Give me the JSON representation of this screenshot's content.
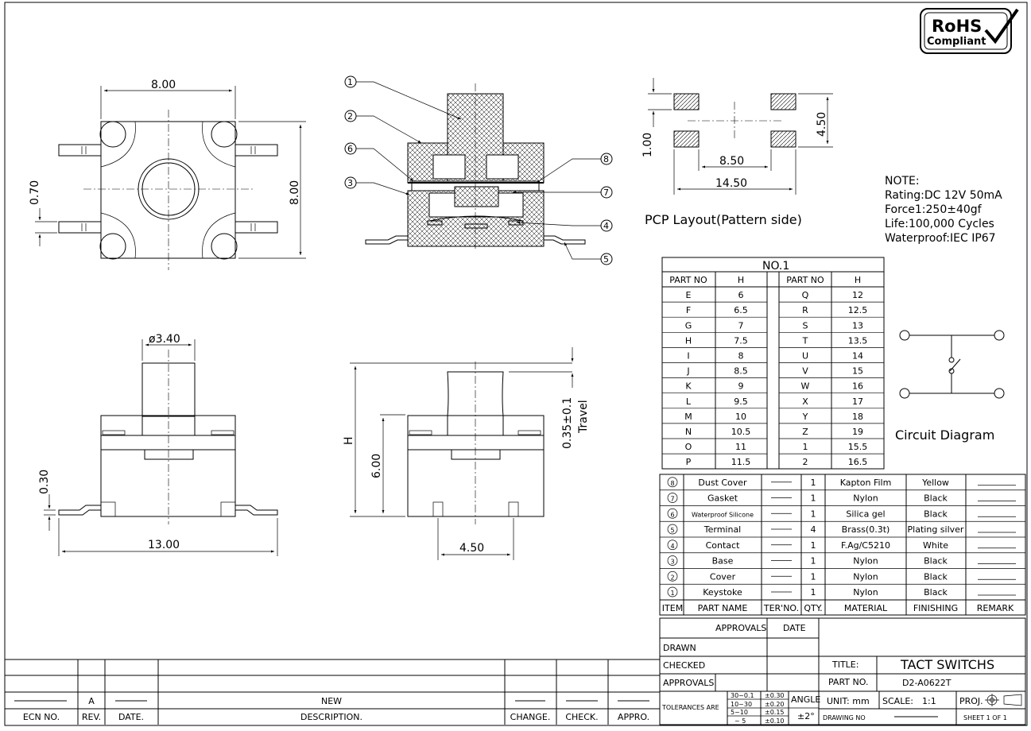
{
  "rohs": {
    "line1": "RoHS",
    "line2": "Compliant"
  },
  "dims": {
    "top_width": "8.00",
    "top_height": "8.00",
    "top_pin": "0.70",
    "front_dia": "ø3.40",
    "front_offset": "0.30",
    "front_width": "13.00",
    "side_height": "6.00",
    "side_h": "H",
    "side_width": "4.50",
    "travel_value": "0.35±0.1",
    "travel_label": "Travel",
    "pcb_w1": "8.50",
    "pcb_w2": "14.50",
    "pcb_h1": "1.00",
    "pcb_h2": "4.50"
  },
  "callouts": [
    "1",
    "2",
    "6",
    "3",
    "8",
    "7",
    "4",
    "5"
  ],
  "pcb_title": "PCP Layout(Pattern side)",
  "note": {
    "title": "NOTE:",
    "lines": [
      "Rating:DC 12V 50mA",
      "Force1:250±40gf",
      "Life:100,000 Cycles",
      "Waterproof:IEC IP67"
    ]
  },
  "circuit_label": "Circuit Diagram",
  "height_table": {
    "title": "NO.1",
    "headers": [
      "PART NO",
      "H",
      "PART NO",
      "H"
    ],
    "rows": [
      [
        "E",
        "6",
        "Q",
        "12"
      ],
      [
        "F",
        "6.5",
        "R",
        "12.5"
      ],
      [
        "G",
        "7",
        "S",
        "13"
      ],
      [
        "H",
        "7.5",
        "T",
        "13.5"
      ],
      [
        "I",
        "8",
        "U",
        "14"
      ],
      [
        "J",
        "8.5",
        "V",
        "15"
      ],
      [
        "K",
        "9",
        "W",
        "16"
      ],
      [
        "L",
        "9.5",
        "X",
        "17"
      ],
      [
        "M",
        "10",
        "Y",
        "18"
      ],
      [
        "N",
        "10.5",
        "Z",
        "19"
      ],
      [
        "O",
        "11",
        "1",
        "15.5"
      ],
      [
        "P",
        "11.5",
        "2",
        "16.5"
      ]
    ]
  },
  "bom": {
    "rows": [
      [
        "8",
        "Dust Cover",
        "1",
        "Kapton Film",
        "Yellow"
      ],
      [
        "7",
        "Gasket",
        "1",
        "Nylon",
        "Black"
      ],
      [
        "6",
        "Waterproof Silicone",
        "1",
        "Silica gel",
        "Black"
      ],
      [
        "5",
        "Terminal",
        "4",
        "Brass(0.3t)",
        "Plating silver"
      ],
      [
        "4",
        "Contact",
        "1",
        "F.Ag/C5210",
        "White"
      ],
      [
        "3",
        "Base",
        "1",
        "Nylon",
        "Black"
      ],
      [
        "2",
        "Cover",
        "1",
        "Nylon",
        "Black"
      ],
      [
        "1",
        "Keystoke",
        "1",
        "Nylon",
        "Black"
      ]
    ],
    "headers": [
      "ITEM",
      "PART NAME",
      "TER'NO.",
      "QTY.",
      "MATERIAL",
      "FINISHING",
      "REMARK"
    ]
  },
  "title_block": {
    "approvals": "APPROVALS",
    "date": "DATE",
    "drawn": "DRAWN",
    "checked": "CHECKED",
    "approvals2": "APPROVALS",
    "title_label": "TITLE:",
    "title_value": "TACT SWITCHS",
    "part_label": "PART NO.",
    "part_value": "D2-A0622T",
    "tol_label": "TOLERANCES ARE",
    "tol_rows": [
      [
        "30~0.1",
        "±0.30"
      ],
      [
        "10~30",
        "±0.20"
      ],
      [
        "5~10",
        "±0.15"
      ],
      [
        "~ 5",
        "±0.10"
      ]
    ],
    "angle_label": "ANGLE",
    "angle_value": "±2°",
    "unit": "UNIT: mm",
    "scale_label": "SCALE:",
    "scale_value": "1:1",
    "proj": "PROJ.",
    "drawing_no": "DRAWING NO",
    "sheet": "SHEET  1  OF  1"
  },
  "revision": {
    "row": [
      "A",
      "NEW"
    ],
    "headers": [
      "ECN NO.",
      "REV.",
      "DATE.",
      "DESCRIPTION.",
      "CHANGE.",
      "CHECK.",
      "APPRO."
    ]
  }
}
